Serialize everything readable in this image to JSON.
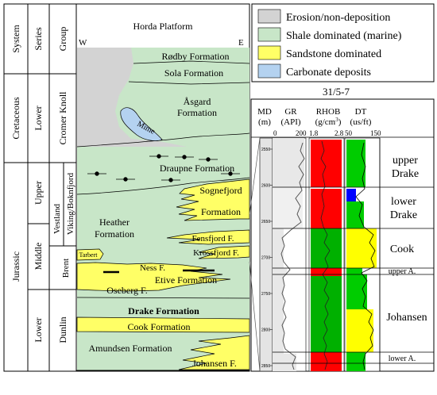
{
  "chronostratigraphy": {
    "headers": {
      "system": "System",
      "series": "Series",
      "group": "Group"
    },
    "systems": {
      "cretaceous": "Cretaceous",
      "jurassic": "Jurassic"
    },
    "series": {
      "lower_cret": "Lower",
      "upper": "Upper",
      "middle": "Middle",
      "lower_jur": "Lower"
    },
    "groups": {
      "cromer_knoll": "Cromer Knoll",
      "vestland": "Vestland",
      "viking_boknfjord": "Viking/Boknfjord",
      "brent": "Brent",
      "dunlin": "Dunlin"
    }
  },
  "cross_section": {
    "title": "Horda Platform",
    "west_label": "W",
    "east_label": "E",
    "units": {
      "rodby": "Rødby Formation",
      "sola": "Sola Formation",
      "asgard_1": "Åsgard",
      "asgard_2": "Formation",
      "mime": "Mime",
      "draupne": "Draupne Formation",
      "sognefjord_1": "Sognefjord",
      "sognefjord_2": "Formation",
      "heather_1": "Heather",
      "heather_2": "Formation",
      "fensfjord": "Fensfjord F.",
      "krossfjord": "Krossfjord F.",
      "tarbert": "Tarbert",
      "ness": "Ness F.",
      "etive": "Etive Formation",
      "oseberg": "Oseberg F.",
      "drake": "Drake Formation",
      "cook": "Cook Formation",
      "amundsen": "Amundsen Formation",
      "johansen": "Johansen F."
    }
  },
  "legend": {
    "items": [
      {
        "label": "Erosion/non-deposition",
        "color": "#d3d3d3"
      },
      {
        "label": "Shale dominated (marine)",
        "color": "#c8e6c8"
      },
      {
        "label": "Sandstone dominated",
        "color": "#ffff66"
      },
      {
        "label": "Carbonate deposits",
        "color": "#b4d2f0"
      }
    ]
  },
  "well_log": {
    "well_name": "31/5-7",
    "columns": [
      {
        "name": "MD",
        "unit": "(m)"
      },
      {
        "name": "GR",
        "unit": "(API)",
        "range": [
          "0",
          "200"
        ]
      },
      {
        "name": "RHOB",
        "unit_prefix": "(g/cm",
        "unit_sup": "3",
        "unit_suffix": ")",
        "range": [
          "1.8",
          "2.8"
        ]
      },
      {
        "name": "DT",
        "unit": "(us/ft)",
        "range": [
          "50",
          "150"
        ]
      }
    ],
    "depth_ticks": [
      "2550",
      "2600",
      "2650",
      "2700",
      "2750",
      "2800",
      "2850"
    ],
    "zones": {
      "upper_drake_1": "upper",
      "upper_drake_2": "Drake",
      "lower_drake_1": "lower",
      "lower_drake_2": "Drake",
      "cook": "Cook",
      "upper_a": "upper A.",
      "johansen": "Johansen",
      "lower_a": "lower A."
    }
  },
  "colors": {
    "erosion": "#d3d3d3",
    "shale": "#c8e6c8",
    "sandstone": "#ffff66",
    "carbonate": "#b4d2f0",
    "gr_curve": "#555555",
    "rhob_red": "#ff0000",
    "rhob_green": "#00b000",
    "dt_green": "#00cc00",
    "dt_yellow": "#ffff00",
    "dt_blue": "#0000ff"
  }
}
